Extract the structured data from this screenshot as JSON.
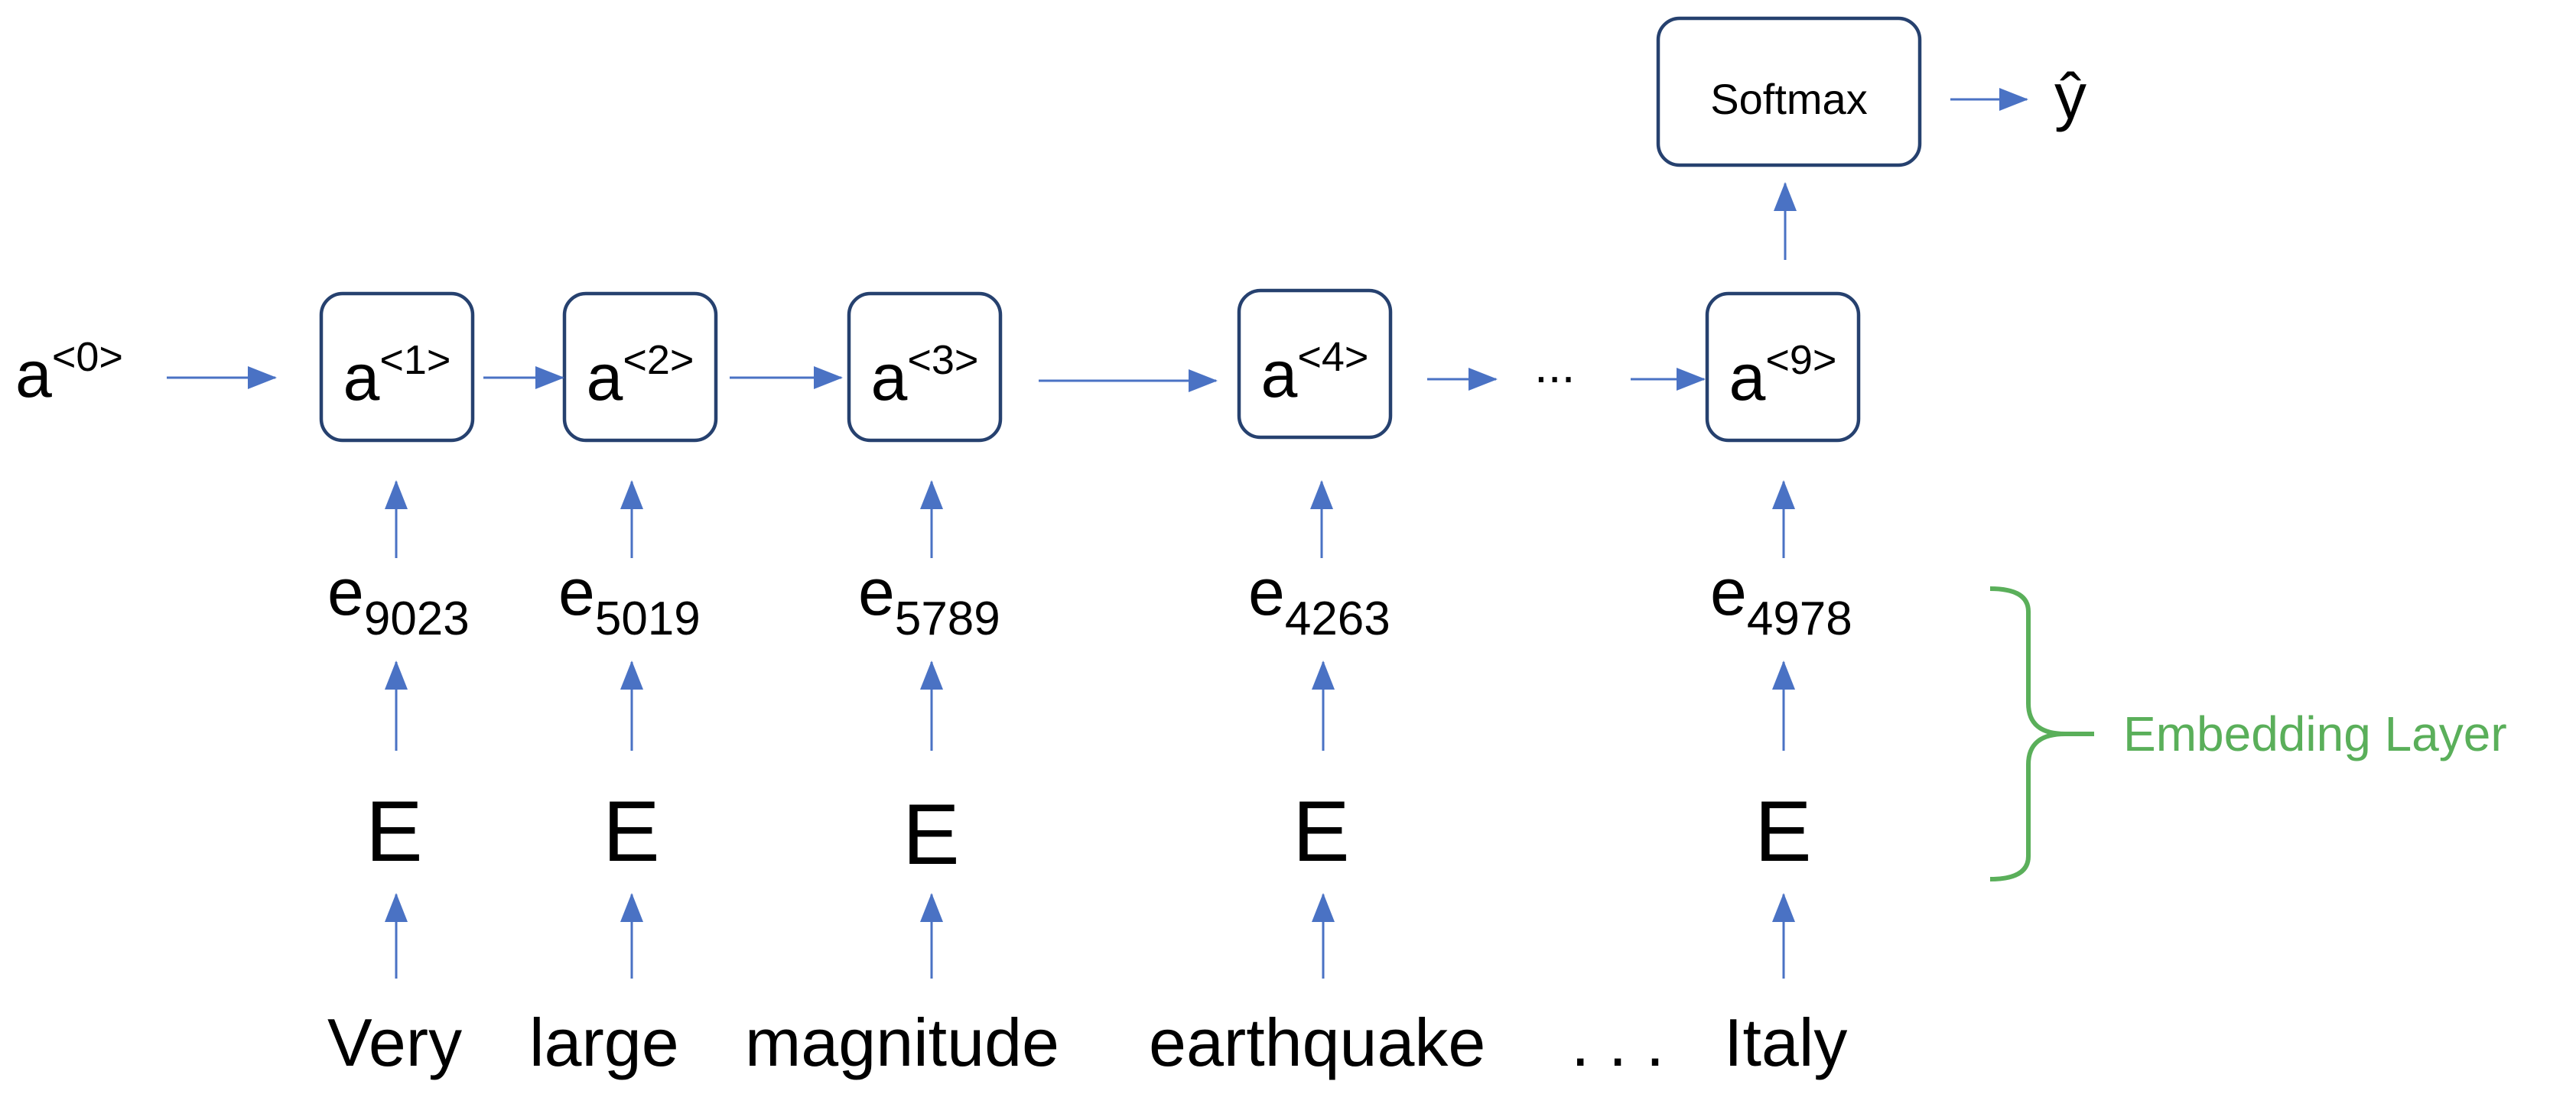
{
  "output": {
    "softmax": "Softmax",
    "y_hat": "ŷ"
  },
  "initial_activation": {
    "base": "a",
    "sup": "<0>"
  },
  "activations": [
    {
      "base": "a",
      "sup": "<1>"
    },
    {
      "base": "a",
      "sup": "<2>"
    },
    {
      "base": "a",
      "sup": "<3>"
    },
    {
      "base": "a",
      "sup": "<4>"
    },
    {
      "base": "a",
      "sup": "<9>"
    }
  ],
  "activation_ellipsis": "...",
  "embeddings": [
    {
      "base": "e",
      "sub": "9023"
    },
    {
      "base": "e",
      "sub": "5019"
    },
    {
      "base": "e",
      "sub": "5789"
    },
    {
      "base": "e",
      "sub": "4263"
    },
    {
      "base": "e",
      "sub": "4978"
    }
  ],
  "embedding_matrix_label": "E",
  "words": [
    "Very",
    "large",
    "magnitude",
    "earthquake",
    "Italy"
  ],
  "words_ellipsis": ". . .",
  "embedding_layer_label": "Embedding Layer",
  "colors": {
    "arrow": "#4a72c4",
    "box_border": "#26416f",
    "bracket": "#5aaf5a",
    "label_green": "#5aaf5a"
  }
}
